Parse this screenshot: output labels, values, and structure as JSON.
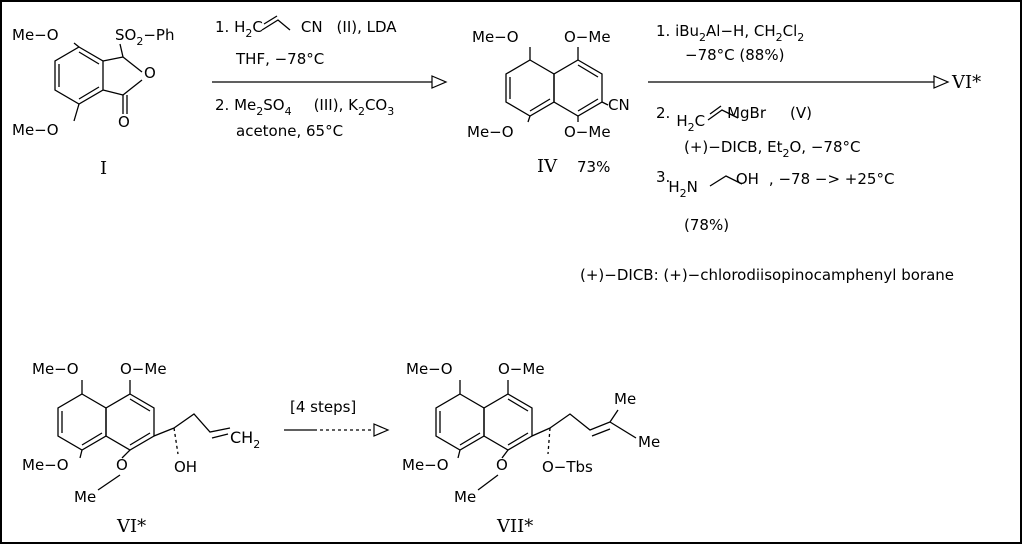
{
  "compounds": {
    "I": {
      "label": "I",
      "sub_so2_ph_prefix": "SO",
      "sub_so2_ph_num": "2",
      "sub_so2_ph_suffix": "−Ph",
      "ome": "Me−O",
      "o": "O"
    },
    "IV": {
      "label": "IV",
      "yield": "73%",
      "ome_left": "Me−O",
      "ome_right": "O−Me",
      "cn": "CN"
    },
    "VI_product": {
      "label": "VI*"
    },
    "VI": {
      "label": "VI*",
      "ome": "Me−O",
      "ome_right": "O−Me",
      "oh": "OH",
      "ch2": "CH",
      "ch2_sub": "2",
      "me": "Me",
      "o": "O"
    },
    "VII": {
      "label": "VII*",
      "ome": "Me−O",
      "ome_right": "O−Me",
      "otbs": "O−Tbs",
      "me": "Me",
      "o": "O"
    }
  },
  "step1": {
    "line1_prefix": "1. H",
    "line1_h2": "2",
    "line1_c": "C",
    "line1_cn": "CN",
    "line1_reagent": "(II)",
    "line1_base": ", LDA",
    "line2": "THF,   −78°C",
    "line3_prefix": "2. Me",
    "line3_sub": "2",
    "line3_so": "SO",
    "line3_sub2": "4",
    "line3_reagent": "(III)",
    "line3_base": ", K",
    "line3_sub3": "2",
    "line3_co": "CO",
    "line3_sub4": "3",
    "line4": "acetone, 65°C"
  },
  "step2": {
    "line1_a": "1. iBu",
    "line1_sub": "2",
    "line1_b": "Al−H,   CH",
    "line1_sub2": "2",
    "line1_c": "Cl",
    "line1_sub3": "2",
    "line2": "−78°C  (88%)",
    "line3_prefix": "2.",
    "line3_h": "H",
    "line3_h2": "2",
    "line3_c": "C",
    "line3_mgbr": "MgBr",
    "line3_reagent": "(V)",
    "line4_a": "(+)−DICB,  Et",
    "line4_sub": "2",
    "line4_b": "O,   −78°C",
    "line5_prefix": "3.",
    "line5_h": "H",
    "line5_h2": "2",
    "line5_n": "N",
    "line5_oh": "OH",
    "line5_cond": ", −78  −>  +25°C",
    "line6": "(78%)"
  },
  "footnote": "(+)−DICB: (+)−chlorodiisopinocamphenyl borane",
  "step3": {
    "label": "[4 steps]"
  }
}
